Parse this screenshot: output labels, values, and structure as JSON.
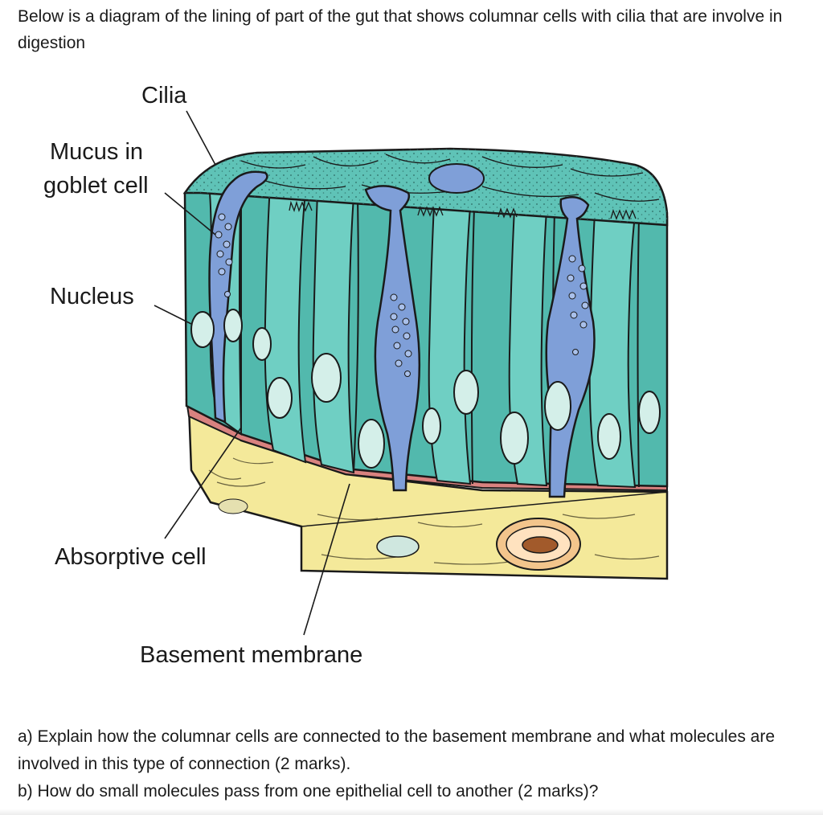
{
  "intro_text": "Below is a diagram of the lining of part of the gut that shows columnar cells with cilia that are involve in digestion",
  "labels": {
    "cilia": "Cilia",
    "mucus_line1": "Mucus in",
    "mucus_line2": "goblet cell",
    "nucleus": "Nucleus",
    "absorptive": "Absorptive cell",
    "basement": "Basement membrane"
  },
  "questions": [
    "a) Explain how the columnar cells are connected to the basement membrane and what molecules are involved in this type of connection (2 marks).",
    "b) How do small molecules pass from one epithelial cell to another (2 marks)?"
  ],
  "colors": {
    "absorptive_cell": "#52b9ad",
    "absorptive_cell_light": "#6fcfc3",
    "goblet_cell": "#7f9fd8",
    "basement_membrane": "#d9827f",
    "connective_tissue": "#f4e99a",
    "outline": "#1a1a1a"
  }
}
